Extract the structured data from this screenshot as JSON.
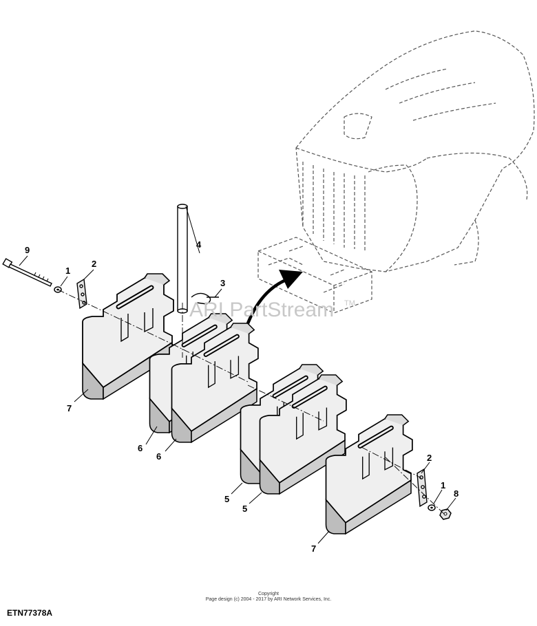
{
  "watermark": "ARI PartStream",
  "watermark_tm": "TM",
  "copyright": {
    "line1": "Copyright",
    "line2": "Page design (c) 2004 - 2017 by ARI Network Services, Inc."
  },
  "figure_id": "ETN77378A",
  "callouts": [
    "9",
    "1",
    "2",
    "4",
    "3",
    "7",
    "6",
    "6",
    "5",
    "5",
    "2",
    "1",
    "8",
    "7"
  ],
  "colors": {
    "line": "#000000",
    "weight_fill": "#e2e2e2",
    "tractor_line": "#555555"
  }
}
